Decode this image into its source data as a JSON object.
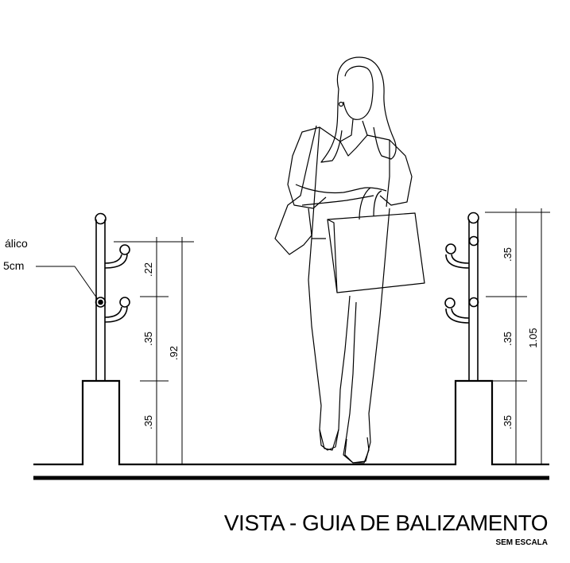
{
  "callout": {
    "line1": "álico",
    "line2": "5cm"
  },
  "left_dimensions": {
    "upper_gap": ".22",
    "middle_gap": ".35",
    "base_height": ".35",
    "total": ".92"
  },
  "right_dimensions": {
    "upper_gap": ".35",
    "middle_gap": ".35",
    "base_height": ".35",
    "total": "1.05"
  },
  "title": {
    "main": "VISTA - GUIA DE BALIZAMENTO",
    "scale": "SEM ESCALA"
  }
}
